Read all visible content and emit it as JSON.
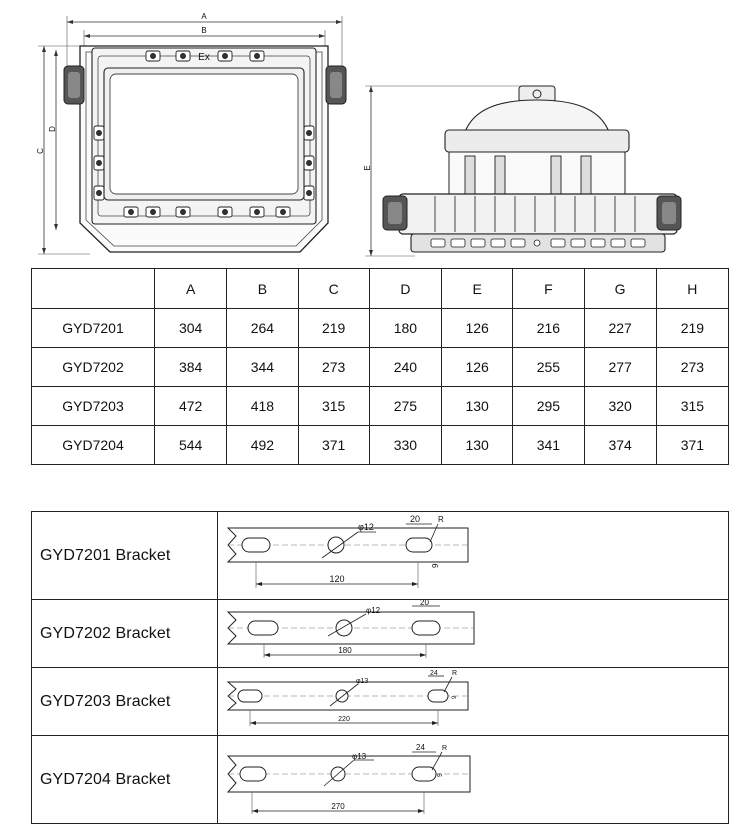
{
  "drawings": {
    "front_view": {
      "dimension_labels": [
        "A",
        "B",
        "C",
        "D"
      ],
      "marking": "Ex"
    },
    "side_view": {
      "dimension_labels": [
        "E"
      ]
    }
  },
  "spec_table": {
    "columns": [
      "",
      "A",
      "B",
      "C",
      "D",
      "E",
      "F",
      "G",
      "H"
    ],
    "rows": [
      {
        "model": "GYD7201",
        "values": [
          "304",
          "264",
          "219",
          "180",
          "126",
          "216",
          "227",
          "219"
        ]
      },
      {
        "model": "GYD7202",
        "values": [
          "384",
          "344",
          "273",
          "240",
          "126",
          "255",
          "277",
          "273"
        ]
      },
      {
        "model": "GYD7203",
        "values": [
          "472",
          "418",
          "315",
          "275",
          "130",
          "295",
          "320",
          "315"
        ]
      },
      {
        "model": "GYD7204",
        "values": [
          "544",
          "492",
          "371",
          "330",
          "130",
          "341",
          "374",
          "371"
        ]
      }
    ]
  },
  "brackets": [
    {
      "label": "GYD7201 Bracket",
      "hole_dia": "φ12",
      "end_offset": "20",
      "radius": "R",
      "slot_height": "9",
      "span": "120"
    },
    {
      "label": "GYD7202 Bracket",
      "hole_dia": "φ12",
      "end_offset": "20",
      "radius": "",
      "slot_height": "",
      "span": "180"
    },
    {
      "label": "GYD7203 Bracket",
      "hole_dia": "φ13",
      "end_offset": "24",
      "radius": "R",
      "slot_height": "9",
      "span": "220"
    },
    {
      "label": "GYD7204 Bracket",
      "hole_dia": "φ13",
      "end_offset": "24",
      "radius": "R",
      "slot_height": "9",
      "span": "270"
    }
  ]
}
